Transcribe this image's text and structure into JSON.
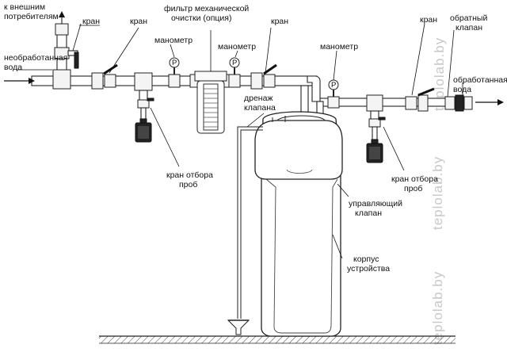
{
  "labels": {
    "external_consumers": [
      "к внешним",
      "потребителям"
    ],
    "untreated_water": [
      "необработанная",
      "вода"
    ],
    "valve_1": "кран",
    "valve_2": "кран",
    "valve_3": "кран",
    "valve_4": "кран",
    "filter": [
      "фильтр механической",
      "очистки (опция)"
    ],
    "gauge_1": "манометр",
    "gauge_2": "манометр",
    "gauge_3": "манометр",
    "check_valve": [
      "обратный",
      "клапан"
    ],
    "treated_water": [
      "обработанная",
      "вода"
    ],
    "drain": [
      "дренаж",
      "клапана"
    ],
    "sampling_tap_1": [
      "кран отбора",
      "проб"
    ],
    "sampling_tap_2": [
      "кран отбора",
      "проб"
    ],
    "control_valve": [
      "управляющий",
      "клапан"
    ],
    "housing": [
      "корпус",
      "устройства"
    ]
  },
  "gauge_symbol": "P",
  "watermark": "teplolab.by",
  "colors": {
    "line": "#222222",
    "text": "#111111",
    "watermark": "#c8c8c8",
    "floor_hatch": "#444444"
  },
  "icons": [
    "valve-handle-icon",
    "pressure-gauge-icon",
    "sample-bottle-icon",
    "drain-funnel-icon",
    "flow-arrow-icon"
  ]
}
